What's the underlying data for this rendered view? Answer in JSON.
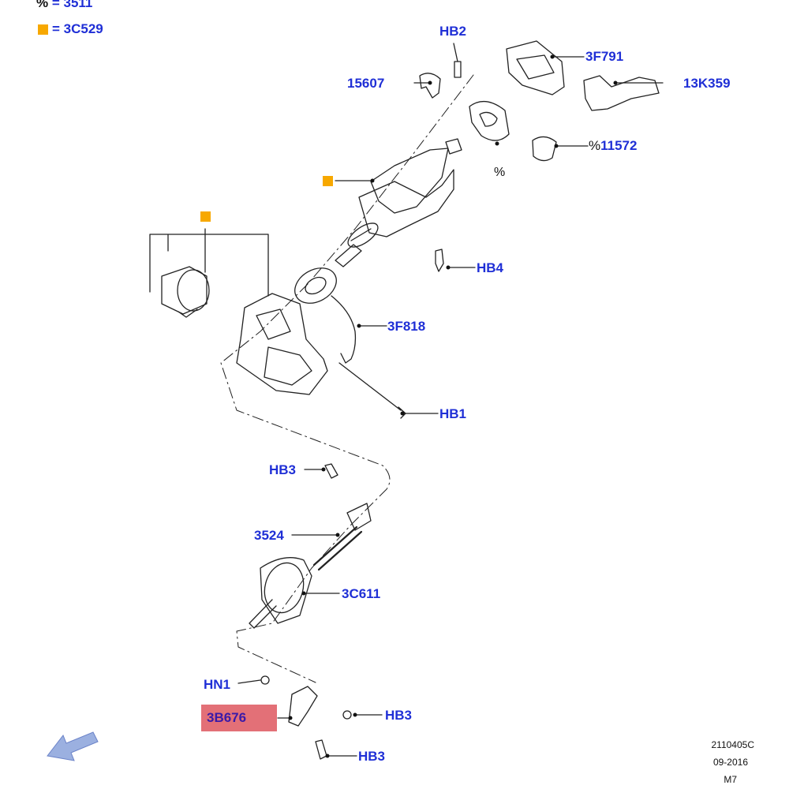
{
  "legend": [
    {
      "symbol": "%",
      "text": "= 3511"
    },
    {
      "symbol": "square",
      "text": "= 3C529",
      "color": "#f7a800"
    }
  ],
  "labels": {
    "hb2": "HB2",
    "p3f791": "3F791",
    "p15607": "15607",
    "p13k359": "13K359",
    "p11572": "11572",
    "p11572_prefix": "%",
    "percent_marker": "%",
    "hb4": "HB4",
    "p3f818": "3F818",
    "hb1": "HB1",
    "hb3_top": "HB3",
    "p3524": "3524",
    "p3c611": "3C611",
    "hn1": "HN1",
    "p3b676": "3B676",
    "hb3_mid": "HB3",
    "hb3_bottom": "HB3"
  },
  "footer": {
    "code": "2110405C",
    "date": "09-2016",
    "model": "M7"
  },
  "colors": {
    "label": "#1f2fd6",
    "accent_square": "#f7a800",
    "highlight": "#e06068",
    "navigation_arrow": "#9bb0e0"
  },
  "icons": {
    "navigation": "back-arrow-icon"
  }
}
